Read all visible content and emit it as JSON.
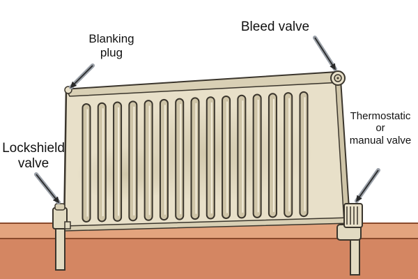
{
  "labels": {
    "blanking_plug": [
      "Blanking",
      "plug"
    ],
    "bleed_valve": [
      "Bleed valve"
    ],
    "lockshield_valve": [
      "Lockshield",
      "valve"
    ],
    "thermostatic_valve": [
      "Thermostatic",
      "or",
      "manual valve"
    ]
  },
  "icons": {
    "radiator": "radiator-icon",
    "bleed": "bleed-valve-icon",
    "blank": "blanking-plug-icon",
    "lockshield": "lockshield-valve-icon",
    "thermostatic": "thermostatic-valve-icon",
    "arrow": "arrow-icon"
  },
  "colors": {
    "background": "#ffffff",
    "floor_light": "#e3a47e",
    "floor_dark": "#d48662",
    "floor_line": "#8a4a2c",
    "radiator_face": "#e8e0c9",
    "radiator_shade": "#cfc5a8",
    "outline": "#3a352c",
    "pipe": "#e2dbc2",
    "arrow": "#9aa0a8"
  }
}
